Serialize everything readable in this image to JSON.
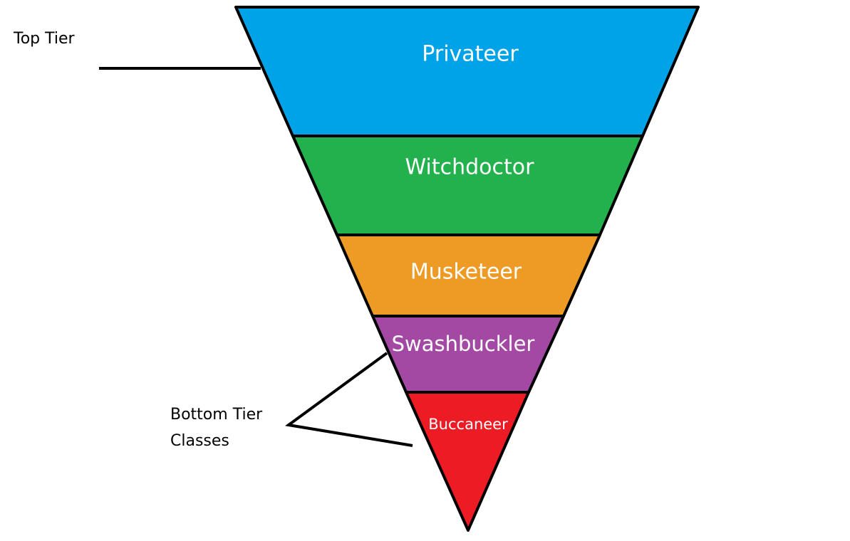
{
  "tiers": [
    {
      "label": "Privateer",
      "color": "#00A2E8"
    },
    {
      "label": "Witchdoctor",
      "color": "#22B14C"
    },
    {
      "label": "Musketeer",
      "color": "#ED9B24"
    },
    {
      "label": "Swashbuckler",
      "color": "#A349A4"
    },
    {
      "label": "Buccaneer",
      "color": "#ED1C24"
    }
  ],
  "annotations": {
    "top": "Top Tier",
    "bottom_line1": "Bottom Tier",
    "bottom_line2": "Classes"
  }
}
